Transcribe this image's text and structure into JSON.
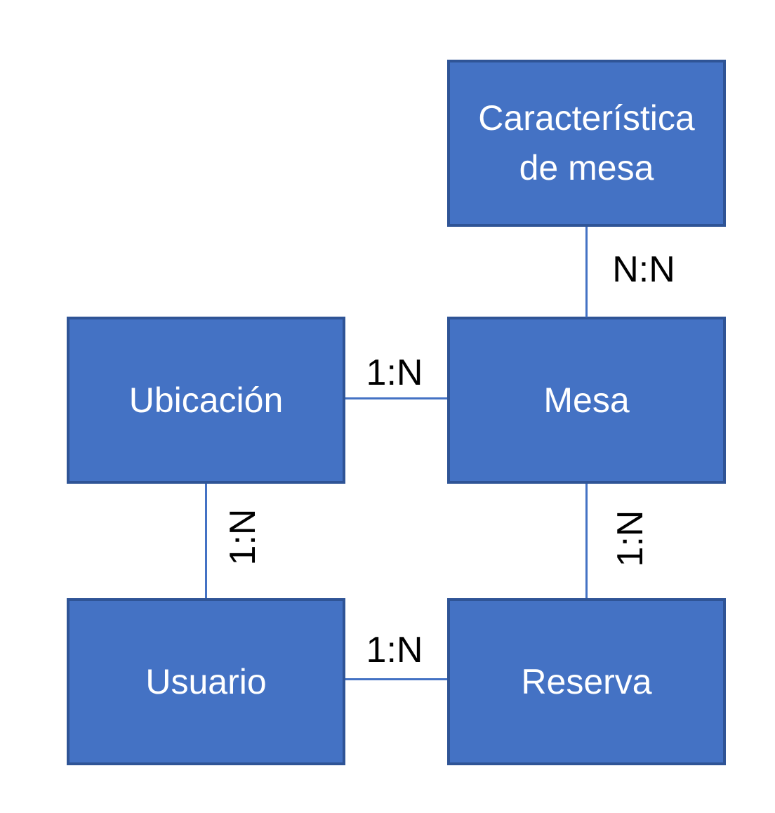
{
  "diagram": {
    "type": "entity-relationship",
    "background_color": "#ffffff",
    "box_fill_color": "#4472C4",
    "box_border_color": "#2F5496",
    "connector_color": "#4472C4",
    "box_text_color": "#ffffff",
    "relation_text_color": "#000000",
    "entities": [
      {
        "id": "caracteristica-de-mesa",
        "label": "Característica de mesa"
      },
      {
        "id": "ubicacion",
        "label": "Ubicación"
      },
      {
        "id": "mesa",
        "label": "Mesa"
      },
      {
        "id": "usuario",
        "label": "Usuario"
      },
      {
        "id": "reserva",
        "label": "Reserva"
      }
    ],
    "relations": [
      {
        "from": "Característica de mesa",
        "to": "Mesa",
        "label": "N:N",
        "orientation": "vertical"
      },
      {
        "from": "Ubicación",
        "to": "Mesa",
        "label": "1:N",
        "orientation": "horizontal"
      },
      {
        "from": "Ubicación",
        "to": "Usuario",
        "label": "1:N",
        "orientation": "vertical-rotated"
      },
      {
        "from": "Mesa",
        "to": "Reserva",
        "label": "1:N",
        "orientation": "vertical-rotated"
      },
      {
        "from": "Usuario",
        "to": "Reserva",
        "label": "1:N",
        "orientation": "horizontal"
      }
    ]
  }
}
